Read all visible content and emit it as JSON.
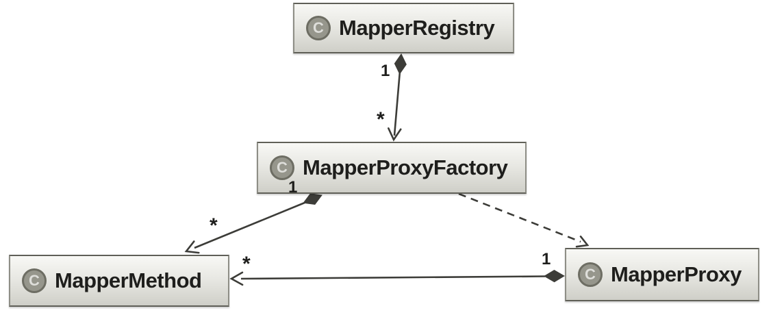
{
  "diagram": {
    "kind": "uml-class-diagram",
    "classes": [
      {
        "name": "MapperRegistry",
        "icon_letter": "C"
      },
      {
        "name": "MapperProxyFactory",
        "icon_letter": "C"
      },
      {
        "name": "MapperMethod",
        "icon_letter": "C"
      },
      {
        "name": "MapperProxy",
        "icon_letter": "C"
      }
    ],
    "relationships": [
      {
        "from": "MapperRegistry",
        "to": "MapperProxyFactory",
        "type": "composition",
        "line": "solid",
        "from_multiplicity": "1",
        "to_multiplicity": "*"
      },
      {
        "from": "MapperProxyFactory",
        "to": "MapperMethod",
        "type": "composition",
        "line": "solid",
        "from_multiplicity": "1",
        "to_multiplicity": "*"
      },
      {
        "from": "MapperProxyFactory",
        "to": "MapperProxy",
        "type": "dependency",
        "line": "dashed"
      },
      {
        "from": "MapperProxy",
        "to": "MapperMethod",
        "type": "composition",
        "line": "solid",
        "from_multiplicity": "1",
        "to_multiplicity": "*"
      }
    ],
    "colors": {
      "background": "#ffffff",
      "box_border": "#8e8e86",
      "box_border_dark": "#5f5f57",
      "box_gradient_top": "#f8f8f5",
      "box_gradient_mid": "#e7e7e2",
      "box_gradient_bottom": "#cfcfc8",
      "class_text": "#1e1e1c",
      "icon_circle_fill": "#96968c",
      "icon_circle_ring": "#6d6d63",
      "icon_letter_color": "#dededa",
      "edge_color": "#3c3c38",
      "label_color": "#1e1e1c"
    }
  }
}
